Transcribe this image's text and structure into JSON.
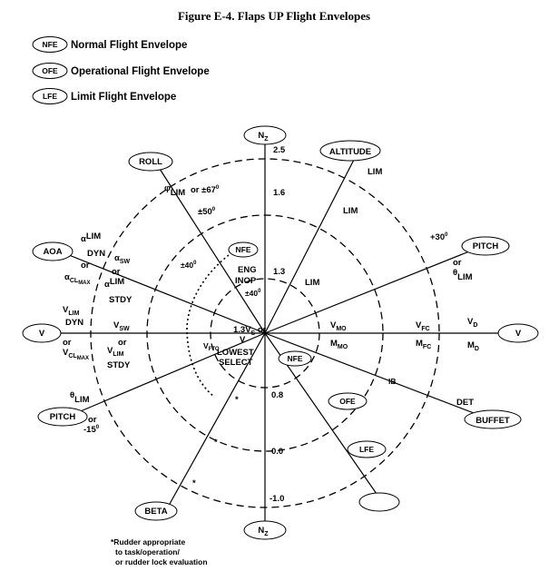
{
  "title": "Figure E-4. Flaps UP Flight Envelopes",
  "legend": [
    {
      "code": "NFE",
      "label": "Normal Flight Envelope"
    },
    {
      "code": "OFE",
      "label": "Operational Flight Envelope"
    },
    {
      "code": "LFE",
      "label": "Limit Flight Envelope"
    }
  ],
  "axes": {
    "nz_top": "N",
    "nz_bottom": "N",
    "nz_sub": "Z",
    "altitude": "ALTITUDE",
    "pitch_right": "PITCH",
    "v_right": "V",
    "buffet": "BUFFET",
    "lfe_blank": "",
    "beta": "BETA",
    "pitch_left": "PITCH",
    "v_left": "V",
    "aoa": "AOA",
    "roll": "ROLL"
  },
  "center_ovals": {
    "nfe_upper": "NFE",
    "nfe_lower": "NFE",
    "ofe": "OFE",
    "lfe": "LFE"
  },
  "nz_values": [
    "2.5",
    "1.6",
    "1.3",
    "0.8",
    "0.0",
    "-1.0"
  ],
  "altitude_labels": [
    "LIM",
    "LIM",
    "LIM"
  ],
  "pitch_right": {
    "angle": "+30",
    "deg": "0",
    "or": "or",
    "theta": "θ",
    "lim": "LIM"
  },
  "v_right": {
    "vd": "V",
    "vd_sub": "D",
    "md": "M",
    "md_sub": "D",
    "vfc": "V",
    "vfc_sub": "FC",
    "mfc": "M",
    "mfc_sub": "FC",
    "vmo": "V",
    "vmo_sub": "MO",
    "mmo": "M",
    "mmo_sub": "MO"
  },
  "buffet": {
    "ib": "IB",
    "det": "DET"
  },
  "pitch_left": {
    "theta": "θ",
    "lim": "LIM",
    "or": "or",
    "angle": "-15",
    "deg": "0"
  },
  "v_left": {
    "v1": "V",
    "v1_sub": "LIM",
    "dyn": "DYN",
    "or": "or",
    "v2": "V",
    "v2_sub": "CL",
    "v2_sub2": "MAX",
    "vsw": "V",
    "vsw_sub": "SW",
    "or2": "or",
    "v3": "V",
    "v3_sub": "LIM",
    "stdy": "STDY",
    "vfto": "V",
    "vfto_sub": "FTO"
  },
  "aoa": {
    "a1": "α",
    "a1_sub": "LIM",
    "dyn": "DYN",
    "or": "or",
    "a2": "α",
    "a2_sub": "CL",
    "a2_sub2": "MAX",
    "asw": "α",
    "asw_sub": "SW",
    "or2": "or",
    "a3": "α",
    "a3_sub": "LIM",
    "stdy": "STDY"
  },
  "roll": {
    "phi": "φ",
    "lim": "LIM",
    "or67": "or ±67",
    "deg": "0",
    "pm50": "±50",
    "pm40a": "±40",
    "pm40b": "±40"
  },
  "center": {
    "eng": "ENG",
    "inop": "INOP",
    "vs_a": "1.3V",
    "vs_sub": "S",
    "vs_b": " or",
    "v": "V",
    "lowest": "LOWEST",
    "select": "SELECT"
  },
  "asterisks": [
    "*",
    "*",
    "*"
  ],
  "footnote": [
    "*Rudder appropriate",
    "to task/operation/",
    "or rudder lock evaluation"
  ]
}
